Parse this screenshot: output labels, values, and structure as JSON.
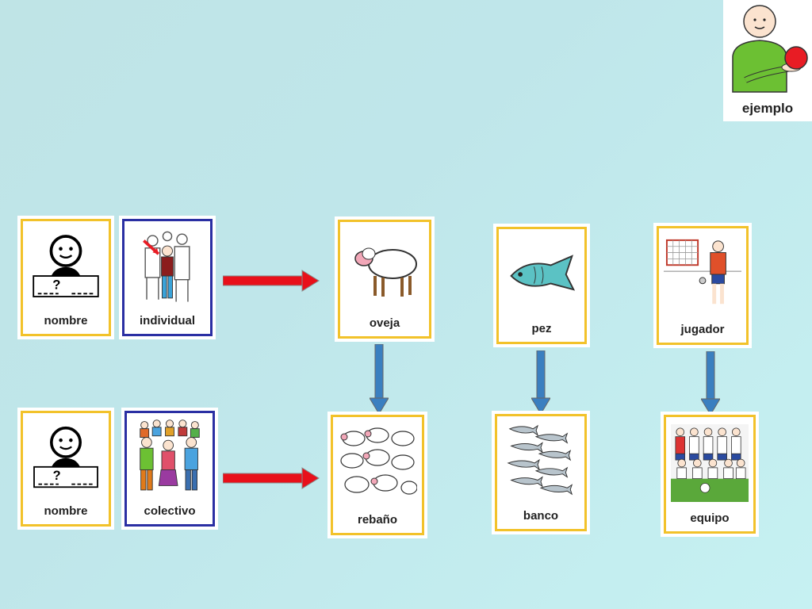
{
  "example": {
    "label": "ejemplo"
  },
  "row_individual": {
    "cards": [
      {
        "label": "nombre",
        "placeholder_text": "?"
      },
      {
        "label": "individual"
      }
    ]
  },
  "row_colectivo": {
    "cards": [
      {
        "label": "nombre",
        "placeholder_text": "?"
      },
      {
        "label": "colectivo"
      }
    ]
  },
  "individuals": [
    {
      "label": "oveja"
    },
    {
      "label": "pez"
    },
    {
      "label": "jugador"
    }
  ],
  "collectives": [
    {
      "label": "rebaño"
    },
    {
      "label": "banco"
    },
    {
      "label": "equipo"
    }
  ],
  "colors": {
    "card_border": "#f2c22a",
    "card_border_blue": "#2a2fa3",
    "arrow_red": "#e8101a",
    "arrow_blue": "#3a7fc0"
  }
}
